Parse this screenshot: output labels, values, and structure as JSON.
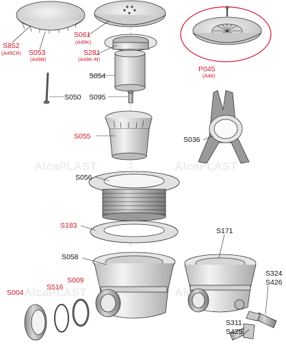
{
  "watermark": "AlcaPLAST",
  "parts": {
    "S852": {
      "code": "S852",
      "sub": "(A49CR)"
    },
    "S053": {
      "code": "S053",
      "sub": "(A49B)"
    },
    "S061": {
      "code": "S061",
      "sub": "(A49K)"
    },
    "S281": {
      "code": "S281",
      "sub": "(A49K-M)"
    },
    "P045": {
      "code": "P045",
      "sub": "(A48)"
    },
    "S054": {
      "code": "S054"
    },
    "S050": {
      "code": "S050"
    },
    "S095": {
      "code": "S095"
    },
    "S055": {
      "code": "S055"
    },
    "S036": {
      "code": "S036"
    },
    "S056": {
      "code": "S056"
    },
    "S183": {
      "code": "S183"
    },
    "S171": {
      "code": "S171"
    },
    "S058": {
      "code": "S058"
    },
    "S324": {
      "code": "S324"
    },
    "S426": {
      "code": "S426"
    },
    "S004": {
      "code": "S004"
    },
    "S516": {
      "code": "S516"
    },
    "S009": {
      "code": "S009"
    },
    "S311": {
      "code": "S311"
    },
    "S425": {
      "code": "S425"
    }
  },
  "colors": {
    "highlight": "#d0142a",
    "ink": "#111111",
    "metal": "#d9d9d9"
  }
}
